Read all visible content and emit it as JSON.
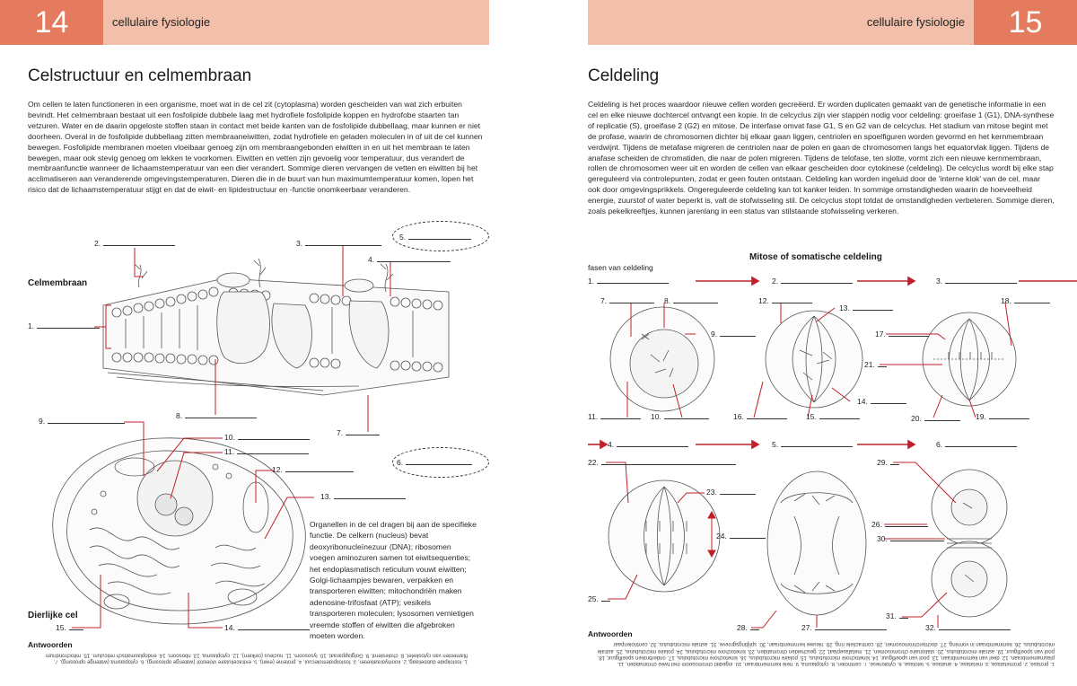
{
  "left": {
    "page_number": "14",
    "header_label": "cellulaire fysiologie",
    "title": "Celstructuur en celmembraan",
    "intro": "Om cellen te laten functioneren in een organisme, moet wat in de cel zit (cytoplasma) worden gescheiden van wat zich erbuiten bevindt. Het celmembraan bestaat uit een fosfolipide dubbele laag met hydrofiele fosfolipide koppen en hydrofobe staarten tan vetzuren. Water en de daarin opgeloste stoffen staan in contact met beide kanten van de fosfolipide dubbellaag, maar kunnen er niet doorheen. Overal in de fosfolipide dubbellaag zitten membraaneiwitten, zodat hydrofiele en geladen moleculen in of uit de cel kunnen bewegen. Fosfolipide membranen moeten vloeibaar genoeg zijn om membraangebonden eiwitten in en uit het membraan te laten bewegen, maar ook stevig genoeg om lekken te voorkomen. Eiwitten en vetten zijn gevoelig voor temperatuur, dus verandert de membraanfunctie wanneer de lichaamstemperatuur van een dier verandert. Sommige dieren vervangen de vetten en eiwitten bij het acclimatiseren aan veranderende omgevingstemperaturen. Dieren die in de buurt van hun maximumtemperatuur komen, lopen het risico dat de lichaamstemperatuur stijgt en dat de eiwit- en lipidestructuur en -functie onomkeerbaar veranderen.",
    "membrane_label": "Celmembraan",
    "cell_label": "Dierlijke cel",
    "organelles_text": "Organellen in de cel dragen bij aan de specifieke functie. De celkern (nucleus) bevat deoxyribonucleïnezuur (DNA); ribosomen voegen aminozuren samen tot eiwitsequenties; het endoplasmatisch reticulum vouwt eiwitten; Golgi-lichaampjes bewaren, verpakken en transporteren eiwitten; mitochondriën maken adenosine-trifosfaat (ATP); vesikels transporteren moleculen; lysosomen vernietigen vreemde stoffen of eiwitten die afgebroken moeten worden.",
    "answers_title": "Antwoorden",
    "answers_text": "1. fosfolipide dubbellaag, 2. koolhydraatketen, 3. fosfolipidemolecuul, 4. proteïne (eiwit), 5. extracellulaire vloeistof (waterige oplossing), 6. cytoplasma (waterige oplossing), 7. filamenten van cytoskelet, 8. cholesterol, 9. Golgiapparaat, 10. lysosoom, 11. nucleus (celkern), 12. cytoplasma, 13. ribosoom, 14. endoplasmatisch reticulum, 15. mitochondrium",
    "labels": {
      "n1": "1.",
      "n2": "2.",
      "n3": "3.",
      "n4": "4.",
      "n5": "5.",
      "n6": "6.",
      "n7": "7.",
      "n8": "8.",
      "n9": "9.",
      "n10": "10.",
      "n11": "11.",
      "n12": "12.",
      "n13": "13.",
      "n14": "14.",
      "n15": "15."
    }
  },
  "right": {
    "page_number": "15",
    "header_label": "cellulaire fysiologie",
    "title": "Celdeling",
    "intro": "Celdeling is het proces waardoor nieuwe cellen worden gecreëerd. Er worden duplicaten gemaakt van de genetische informatie in een cel en elke nieuwe dochtercel ontvangt een kopie. In de celcyclus zijn vier stappen nodig voor celdeling: groeifase 1 (G1), DNA-synthese of replicatie (S), groeifase 2 (G2) en mitose. De interfase omvat fase G1, S en G2 van de celcyclus. Het stadium van mitose begint met de profase, waarin de chromosomen dichter bij elkaar gaan liggen, centriolen en spoelfiguren worden gevormd en het kernmembraan verdwijnt. Tijdens de metafase migreren de centriolen naar de polen en gaan de chromosomen langs het equatorvlak liggen. Tijdens de anafase scheiden de chromatiden, die naar de polen migreren. Tijdens de telofase, ten slotte, vormt zich een nieuwe kernmembraan, rollen de chromosomen weer uit en worden de cellen van elkaar gescheiden door cytokinese (celdeling). De celcyclus wordt bij elke stap gereguleerd via controlepunten, zodat er geen fouten ontstaan. Celdeling kan worden ingeluid door de 'interne klok' van de cel, maar ook door omgevingsprikkels. Ongereguleerde celdeling kan tot kanker leiden. In sommige omstandigheden waarin de hoeveelheid energie, zuurstof of water beperkt is, valt de stofwisseling stil. De celcyclus stopt totdat de omstandigheden verbeteren. Sommige dieren, zoals pekelkreeftjes, kunnen jarenlang in een status van stilstaande stofwisseling verkeren.",
    "diagram_title": "Mitose of somatische celdeling",
    "phases_label": "fasen van celdeling",
    "answers_title": "Antwoorden",
    "answers_text": "1. profase, 2. prometafase, 3. metafase, 4. anafase, 5. telofase, 6. cytokinese, 7. centriolen, 8. cytoplasma, 9. hele kernmembraan, 10. ingedikt chromosoom met twee chromatiden, 11. plasmamembraan, 12. deel van kernmembraan, 13. pool van spoelfiguur, 14. kinetochore microtubulus, 15. polaire microtubulus, 16. kinetochore microtubulus, 17. onderbroken spoelfiguur, 18. pool van spoelfiguur, 19. astrale microtubulus, 20. stationaire chromosomen, 21. metafaseplaat, 22. gescheiden chromatiden, 23. kinetochore microtubulus, 24. polaire microtubulus, 25. astrale microtubulus, 26. kernmembraan in vorming, 27. dochterchromosomen, 28. contractiele ring, 29. nieuwe kernmembraan, 30. splijtingsgroeve, 31. astrale microtubulus, 32. centriolenpaar",
    "labels": {
      "p1": "1.",
      "p2": "2.",
      "p3": "3.",
      "p4": "4.",
      "p5": "5.",
      "p6": "6.",
      "n7": "7.",
      "n8": "8.",
      "n9": "9.",
      "n10": "10.",
      "n11": "11.",
      "n12": "12.",
      "n13": "13.",
      "n14": "14.",
      "n15": "15.",
      "n16": "16.",
      "n17": "17.",
      "n18": "18.",
      "n19": "19.",
      "n20": "20.",
      "n21": "21.",
      "n22": "22.",
      "n23": "23.",
      "n24": "24.",
      "n25": "25.",
      "n26": "26.",
      "n27": "27.",
      "n28": "28.",
      "n29": "29.",
      "n30": "30.",
      "n31": "31.",
      "n32": "32."
    }
  },
  "colors": {
    "accent": "#e47a5e",
    "header_band": "#f2c0aa",
    "leader": "#c0202a"
  }
}
